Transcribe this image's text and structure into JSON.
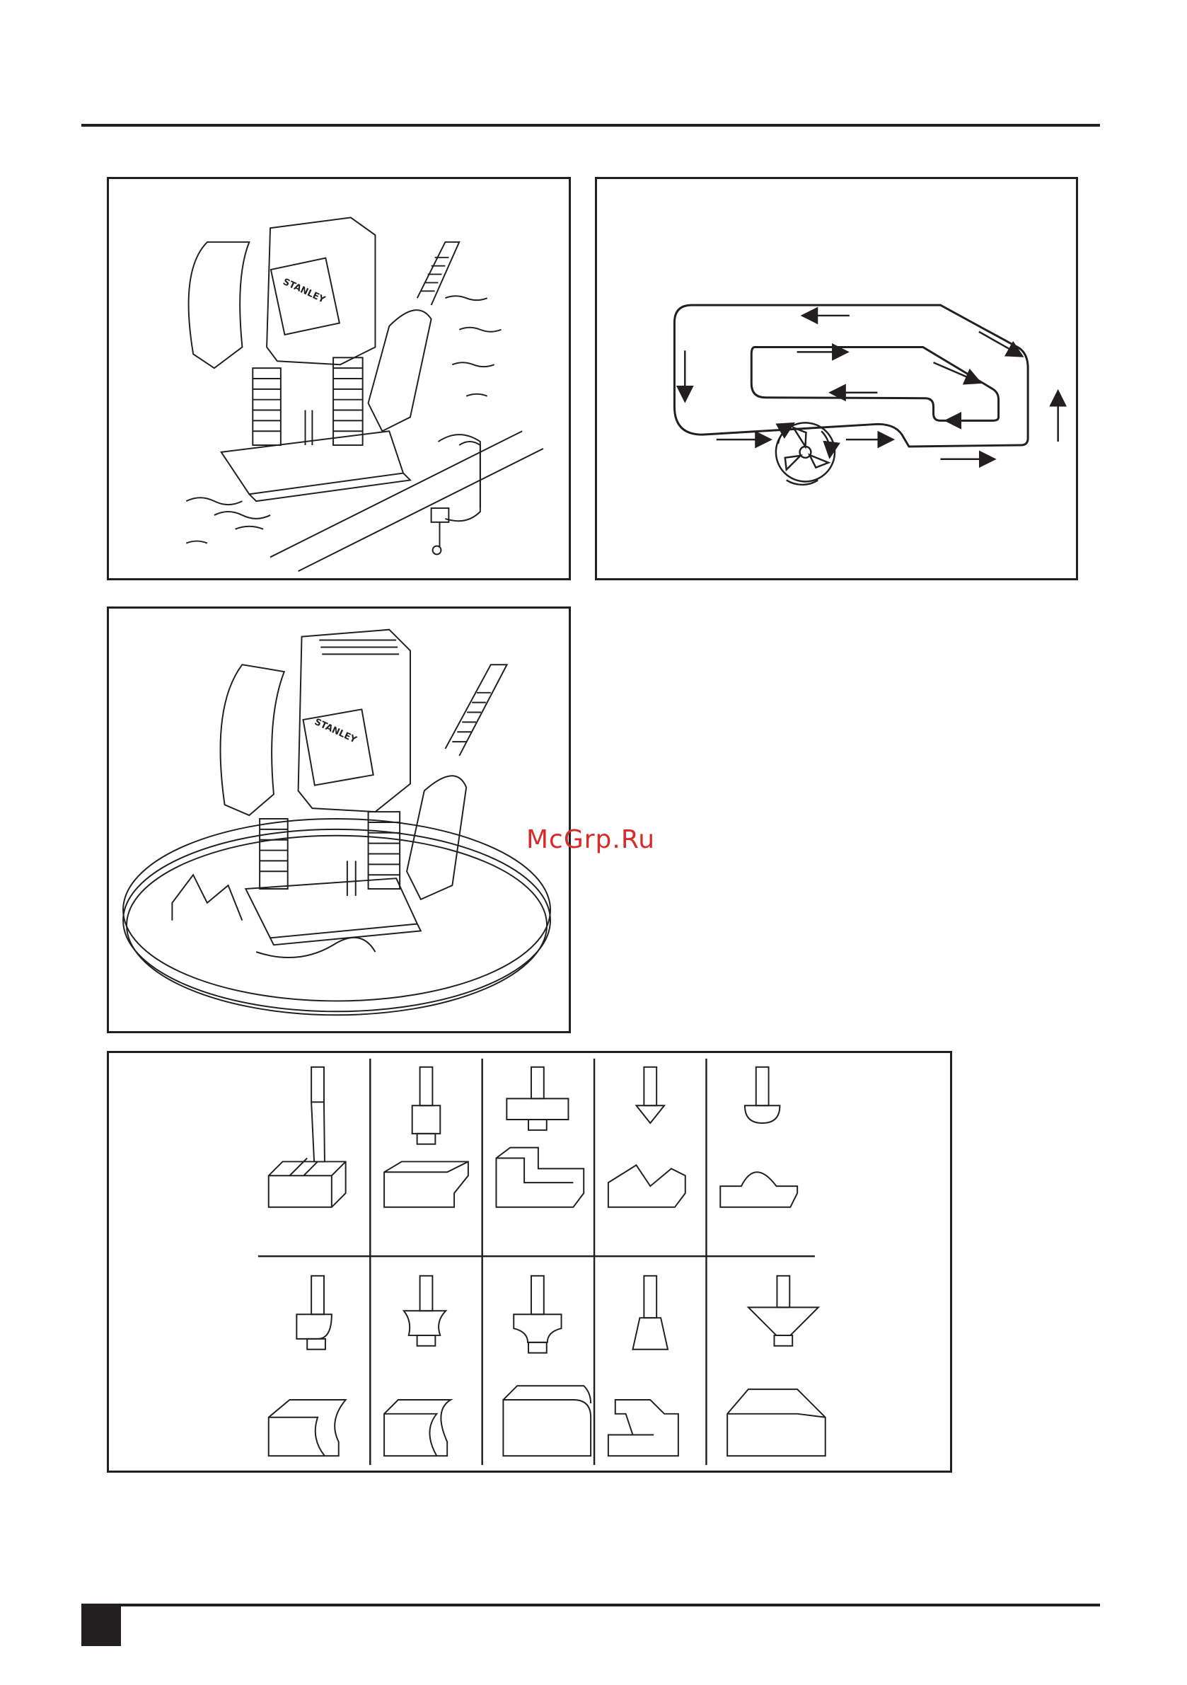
{
  "figures": {
    "router_clamped": {
      "brand": "STANLEY"
    },
    "router_freehand": {
      "brand": "STANLEY"
    }
  },
  "watermark": {
    "text": "McGrp.Ru"
  },
  "colors": {
    "ink": "#231f20",
    "paper": "#ffffff",
    "watermark": "#d92a2a"
  },
  "icons": [
    "router-tool-icon",
    "c-clamp-icon",
    "feed-direction-arrow-icon",
    "router-bit-icon",
    "cut-profile-icon"
  ],
  "bit_table": {
    "rows": 2,
    "columns_per_row": 5
  }
}
